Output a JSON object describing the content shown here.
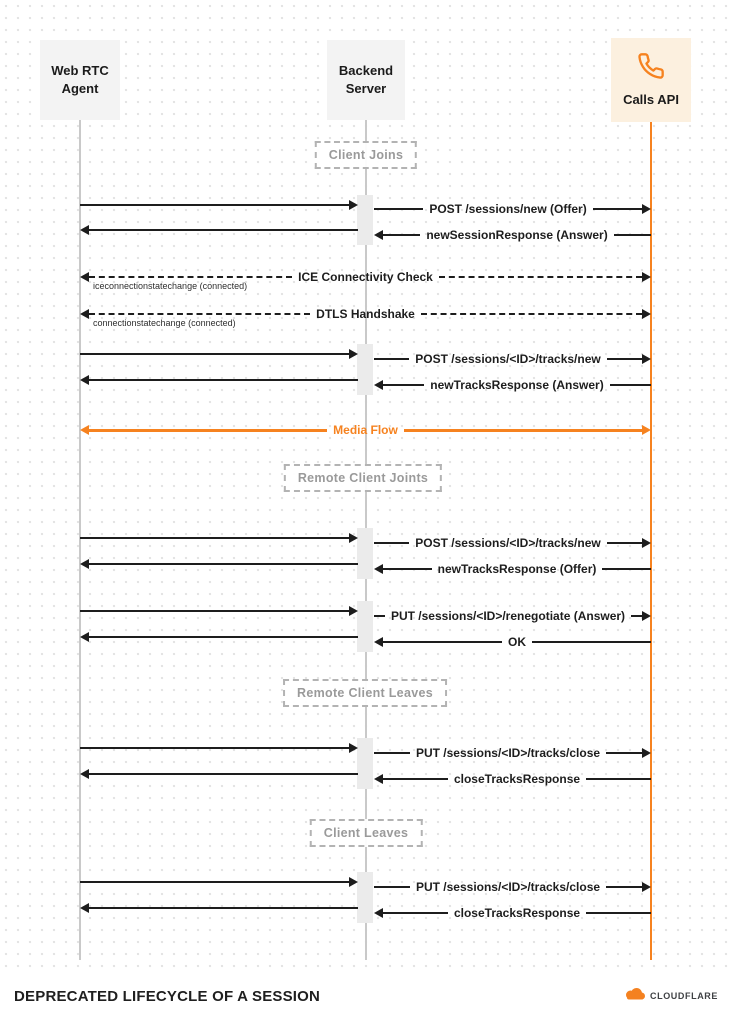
{
  "diagram": {
    "actors": [
      {
        "label": "Web RTC Agent"
      },
      {
        "label": "Backend Server"
      },
      {
        "label": "Calls API",
        "icon": "phone-icon"
      }
    ],
    "phases": [
      {
        "label": "Client Joins"
      },
      {
        "label": "Remote Client Joints"
      },
      {
        "label": "Remote Client Leaves"
      },
      {
        "label": "Client Leaves"
      }
    ],
    "messages": [
      {
        "from": "Web RTC Agent",
        "to": "Calls API",
        "label": "POST /sessions/new (Offer)",
        "style": "solid"
      },
      {
        "from": "Calls API",
        "to": "Web RTC Agent",
        "label": "newSessionResponse (Answer)",
        "style": "solid"
      },
      {
        "from": "Web RTC Agent",
        "to": "Calls API",
        "label": "ICE Connectivity Check",
        "style": "dashed-bidirectional",
        "note": "iceconnectionstatechange (connected)"
      },
      {
        "from": "Web RTC Agent",
        "to": "Calls API",
        "label": "DTLS Handshake",
        "style": "dashed-bidirectional",
        "note": "connectionstatechange (connected)"
      },
      {
        "from": "Web RTC Agent",
        "to": "Calls API",
        "label": "POST /sessions/<ID>/tracks/new",
        "style": "solid"
      },
      {
        "from": "Calls API",
        "to": "Web RTC Agent",
        "label": "newTracksResponse (Answer)",
        "style": "solid"
      },
      {
        "from": "Web RTC Agent",
        "to": "Calls API",
        "label": "Media Flow",
        "style": "accent-bidirectional"
      },
      {
        "from": "Web RTC Agent",
        "to": "Calls API",
        "label": "POST /sessions/<ID>/tracks/new",
        "style": "solid"
      },
      {
        "from": "Calls API",
        "to": "Web RTC Agent",
        "label": "newTracksResponse (Offer)",
        "style": "solid"
      },
      {
        "from": "Web RTC Agent",
        "to": "Calls API",
        "label": "PUT /sessions/<ID>/renegotiate (Answer)",
        "style": "solid"
      },
      {
        "from": "Calls API",
        "to": "Web RTC Agent",
        "label": "OK",
        "style": "solid"
      },
      {
        "from": "Web RTC Agent",
        "to": "Calls API",
        "label": "PUT /sessions/<ID>/tracks/close",
        "style": "solid"
      },
      {
        "from": "Calls API",
        "to": "Web RTC Agent",
        "label": "closeTracksResponse",
        "style": "solid"
      },
      {
        "from": "Web RTC Agent",
        "to": "Calls API",
        "label": "PUT /sessions/<ID>/tracks/close",
        "style": "solid"
      },
      {
        "from": "Calls API",
        "to": "Web RTC Agent",
        "label": "closeTracksResponse",
        "style": "solid"
      }
    ]
  },
  "footer": {
    "title": "DEPRECATED LIFECYCLE OF A SESSION",
    "brand": "CLOUDFLARE"
  },
  "colors": {
    "accent": "#f6821f",
    "arrow": "#1d1d1d",
    "lifeline": "#c9c9c9",
    "actor_bg": "#f3f3f3",
    "calls_api_bg": "#fcf0df"
  }
}
